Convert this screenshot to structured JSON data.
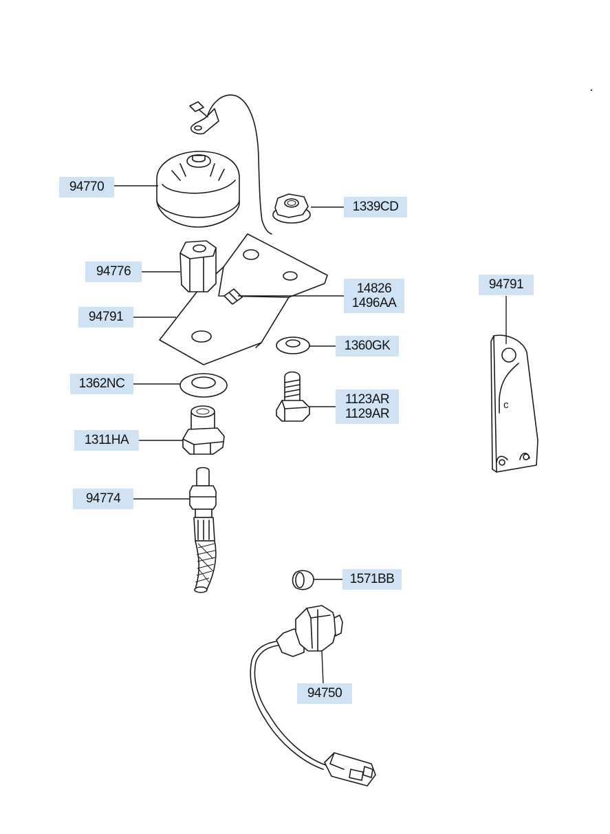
{
  "callouts": [
    {
      "id": "pad-sensor-cap",
      "lines": [
        "94770"
      ]
    },
    {
      "id": "flange-nut",
      "lines": [
        "1339CD"
      ]
    },
    {
      "id": "hex-spacer",
      "lines": [
        "94776"
      ]
    },
    {
      "id": "clip",
      "lines": [
        "14826",
        "1496AA"
      ]
    },
    {
      "id": "bracket-main",
      "lines": [
        "94791"
      ]
    },
    {
      "id": "washer-right",
      "lines": [
        "1360GK"
      ]
    },
    {
      "id": "washer-left",
      "lines": [
        "1362NC"
      ]
    },
    {
      "id": "bolt",
      "lines": [
        "1123AR",
        "1129AR"
      ]
    },
    {
      "id": "union-bolt",
      "lines": [
        "1311HA"
      ]
    },
    {
      "id": "hose",
      "lines": [
        "94774"
      ]
    },
    {
      "id": "plug",
      "lines": [
        "1571BB"
      ]
    },
    {
      "id": "switch-harness",
      "lines": [
        "94750"
      ]
    },
    {
      "id": "bracket-detail",
      "lines": [
        "94791"
      ]
    }
  ],
  "detail_letter": "c"
}
